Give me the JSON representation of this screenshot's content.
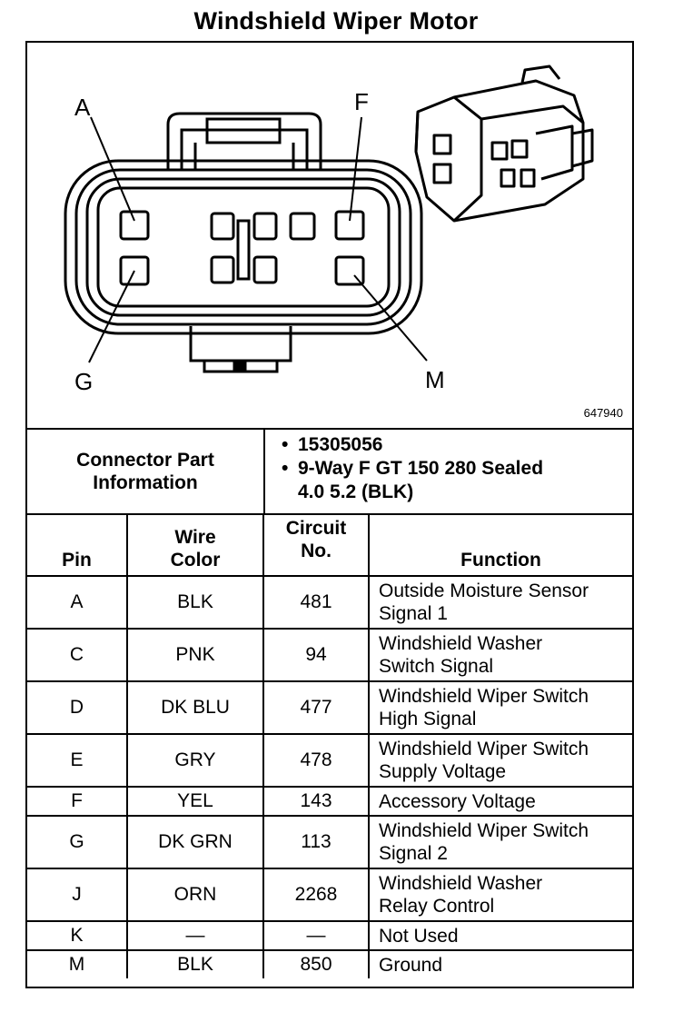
{
  "title": "Windshield Wiper Motor",
  "diagram": {
    "labels": {
      "a": "A",
      "f": "F",
      "g": "G",
      "m": "M"
    },
    "figure_number": "647940"
  },
  "connector_info": {
    "label_line1": "Connector Part",
    "label_line2": "Information",
    "part_number": "15305056",
    "description_line1": "9-Way F GT 150 280 Sealed",
    "description_line2": "4.0 5.2 (BLK)"
  },
  "table": {
    "headers": {
      "pin": "Pin",
      "wire_color_line1": "Wire",
      "wire_color_line2": "Color",
      "circuit_line1": "Circuit",
      "circuit_line2": "No.",
      "function": "Function"
    },
    "rows": [
      {
        "pin": "A",
        "wire": "BLK",
        "circuit": "481",
        "func1": "Outside Moisture Sensor",
        "func2": "Signal 1"
      },
      {
        "pin": "C",
        "wire": "PNK",
        "circuit": "94",
        "func1": "Windshield Washer",
        "func2": "Switch Signal"
      },
      {
        "pin": "D",
        "wire": "DK BLU",
        "circuit": "477",
        "func1": "Windshield Wiper Switch",
        "func2": "High Signal"
      },
      {
        "pin": "E",
        "wire": "GRY",
        "circuit": "478",
        "func1": "Windshield Wiper Switch",
        "func2": "Supply Voltage"
      },
      {
        "pin": "F",
        "wire": "YEL",
        "circuit": "143",
        "func1": "Accessory Voltage",
        "func2": ""
      },
      {
        "pin": "G",
        "wire": "DK GRN",
        "circuit": "113",
        "func1": "Windshield Wiper Switch",
        "func2": "Signal 2"
      },
      {
        "pin": "J",
        "wire": "ORN",
        "circuit": "2268",
        "func1": "Windshield Washer",
        "func2": "Relay Control"
      },
      {
        "pin": "K",
        "wire": "—",
        "circuit": "—",
        "func1": "Not Used",
        "func2": ""
      },
      {
        "pin": "M",
        "wire": "BLK",
        "circuit": "850",
        "func1": "Ground",
        "func2": ""
      }
    ]
  }
}
